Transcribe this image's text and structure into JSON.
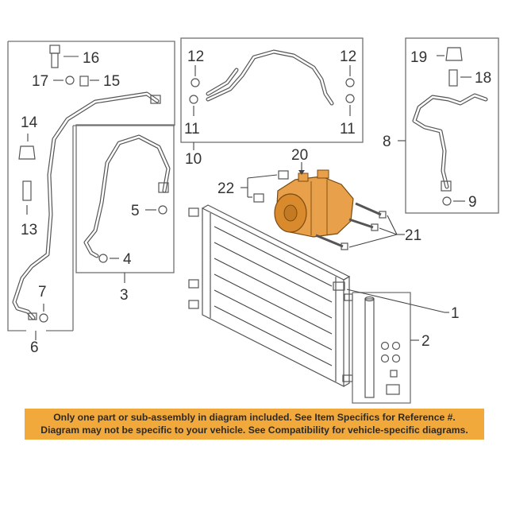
{
  "callouts": {
    "c1": "1",
    "c2": "2",
    "c3": "3",
    "c4": "4",
    "c5": "5",
    "c6": "6",
    "c7": "7",
    "c8": "8",
    "c9": "9",
    "c10": "10",
    "c11a": "11",
    "c11b": "11",
    "c12a": "12",
    "c12b": "12",
    "c13": "13",
    "c14": "14",
    "c15": "15",
    "c16": "16",
    "c17": "17",
    "c18": "18",
    "c19": "19",
    "c20": "20",
    "c21": "21",
    "c22": "22"
  },
  "notice": {
    "line1": "Only one part or sub-assembly in diagram included. See Item Specifics for Reference #.",
    "line2": "Diagram may not be specific to your vehicle. See Compatibility for vehicle-specific diagrams."
  },
  "colors": {
    "notice_bg": "#f2a93b",
    "compressor": "#e8a04a",
    "line_art": "#555555"
  }
}
